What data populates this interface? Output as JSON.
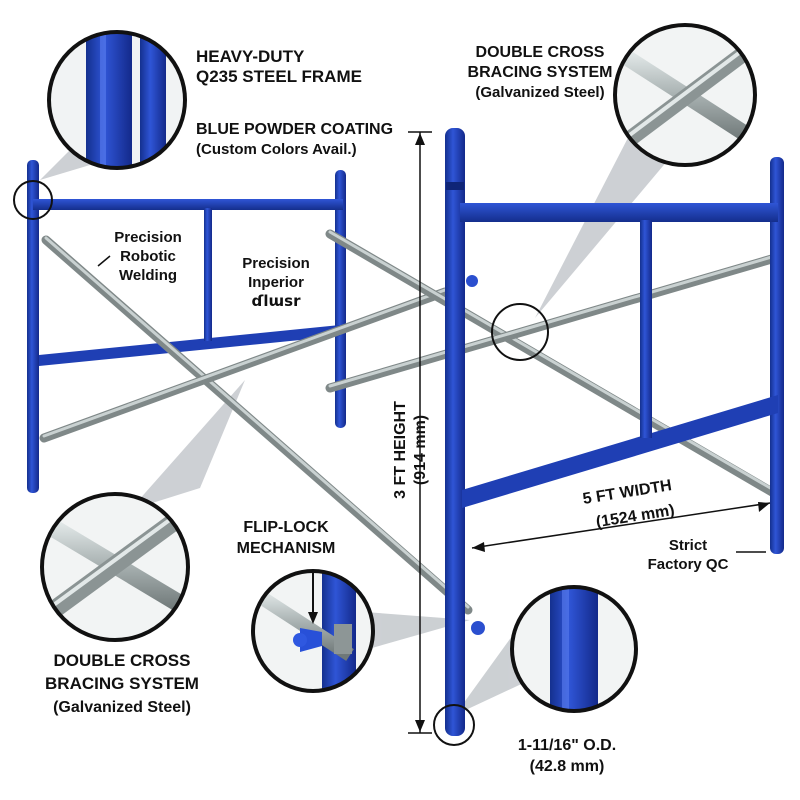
{
  "colors": {
    "frame": "#1f3fb4",
    "frame_dark": "#122a86",
    "brace": "#9aa3a3",
    "brace_light": "#d3dada",
    "callout": "#b5b9bd",
    "text": "#111111"
  },
  "labels": {
    "frame_l1": "HEAVY-DUTY",
    "frame_l2": "Q235 STEEL FRAME",
    "coat_l1": "BLUE POWDER COATING",
    "coat_l2": "(Custom Colors Avail.)",
    "brace_top_l1": "DOUBLE CROSS",
    "brace_top_l2": "BRACING SYSTEM",
    "brace_top_l3": "(Galvanized Steel)",
    "weld_l1": "Precision",
    "weld_l2": "Robotic",
    "weld_l3": "Welding",
    "pin_l1": "Precision",
    "pin_l2": "Inperior",
    "pin_l3": "ɗlɯsr",
    "lock_l1": "FLIP-LOCK",
    "lock_l2": "MECHANISM",
    "brace_bot_l1": "DOUBLE CROSS",
    "brace_bot_l2": "BRACING SYSTEM",
    "brace_bot_l3": "(Galvanized Steel)",
    "height_l1": "3 FT HEIGHT",
    "height_l2": "(914 mm)",
    "width_l1": "5 FT WIDTH",
    "width_l2": "(1524 mm)",
    "qc_l1": "Strict",
    "qc_l2": "Factory QC",
    "od_l1": "1-11/16\" O.D.",
    "od_l2": "(42.8 mm)"
  }
}
